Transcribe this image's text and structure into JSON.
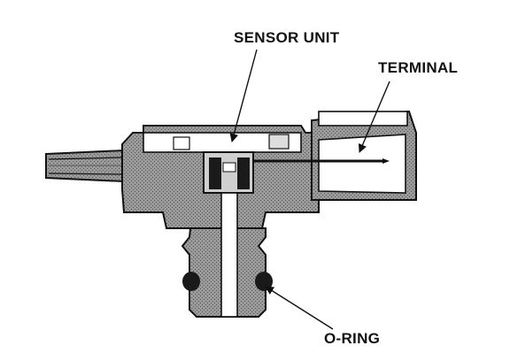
{
  "labels": {
    "sensor_unit": "SENSOR UNIT",
    "terminal": "TERMINAL",
    "o_ring": "O-RING"
  },
  "colors": {
    "outline": "#111111",
    "body_fill": "#8a8a8a",
    "dark_fill": "#1a1a1a",
    "background": "#ffffff"
  }
}
